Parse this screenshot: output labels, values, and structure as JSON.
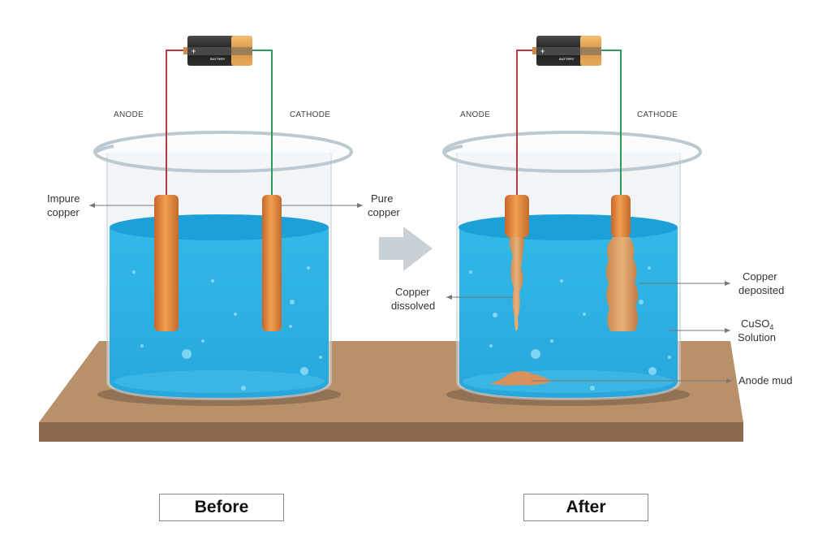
{
  "diagram": {
    "title_hidden": "",
    "battery_label": "BATTERY",
    "battery_plus": "+",
    "battery_minus": "-",
    "before": {
      "anode_label": "ANODE",
      "cathode_label": "CATHODE",
      "left_callout": [
        "Impure",
        "copper"
      ],
      "right_callout": [
        "Pure",
        "copper"
      ],
      "caption": "Before"
    },
    "after": {
      "anode_label": "ANODE",
      "cathode_label": "CATHODE",
      "dissolved_callout": [
        "Copper",
        "dissolved"
      ],
      "deposited_callout": [
        "Copper",
        "deposited"
      ],
      "solution_callout_formula": "CuSO",
      "solution_callout_subscript": "4",
      "solution_callout_word": "Solution",
      "mud_callout": "Anode mud",
      "caption": "After"
    },
    "colors": {
      "anode_wire": "#b5393f",
      "cathode_wire": "#2e9a5a",
      "solution": "#2bb3e3",
      "copper": "#d9803a",
      "table": "#b58d63",
      "arrow": "#c9d0d6"
    }
  }
}
